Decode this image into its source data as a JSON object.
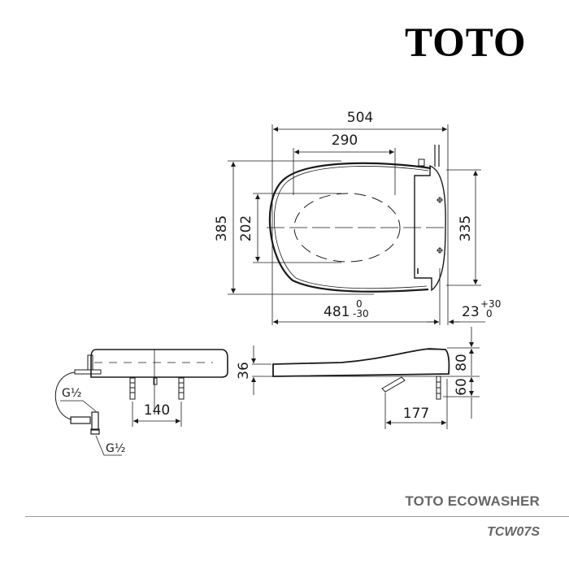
{
  "brand": {
    "logo_text": "TOTO"
  },
  "product": {
    "name": "TOTO ECOWASHER",
    "model": "TCW07S"
  },
  "drawing": {
    "units": "mm",
    "top_view": {
      "overall_length": "504",
      "inner_opening_length": "290",
      "seat_width": "385",
      "inner_opening_width": "202",
      "mount_plate_width": "335",
      "seat_depth": {
        "value": "481",
        "tol_upper": "0",
        "tol_lower": "-30"
      },
      "rear_offset": {
        "value": "23",
        "tol_upper": "+30",
        "tol_lower": "0"
      }
    },
    "side_view": {
      "seat_thickness": "36",
      "rear_height": "80",
      "bolt_length": "60",
      "bolt_to_hose_distance": "177"
    },
    "front_view": {
      "bolt_spacing": "140",
      "hose_thread_label": "G½",
      "valve_thread_label": "G½"
    }
  },
  "colors": {
    "line": "#1a1a1a",
    "footer_text": "#666666",
    "divider": "#9a9a9a"
  }
}
